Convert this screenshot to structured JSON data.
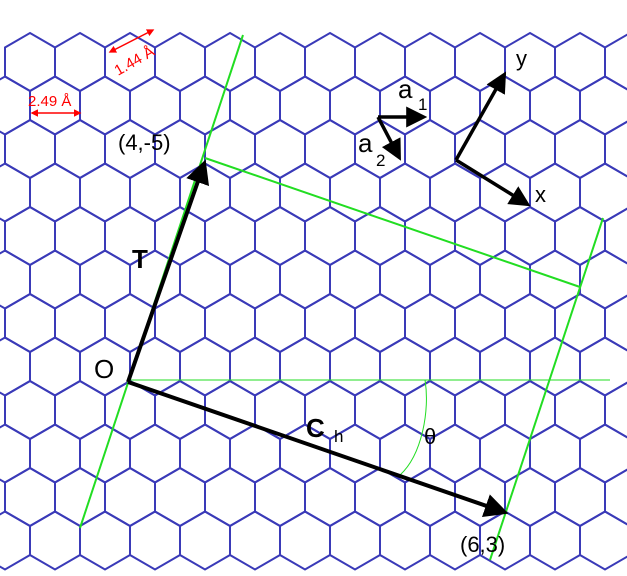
{
  "colors": {
    "lattice": "#3a3ab8",
    "green": "#22dd22",
    "vector": "#000000",
    "measure": "#ff0000"
  },
  "labels": {
    "bond_length": "1.44 Å",
    "lattice_constant": "2.49 Å",
    "point_t": "(4,-5)",
    "point_ch": "(6,3)",
    "origin": "O",
    "translation": "T",
    "chiral_main": "C",
    "chiral_sub": "h",
    "angle": "θ",
    "a1_main": "a",
    "a1_sub": "1",
    "a2_main": "a",
    "a2_sub": "2",
    "axis_x": "x",
    "axis_y": "y"
  }
}
